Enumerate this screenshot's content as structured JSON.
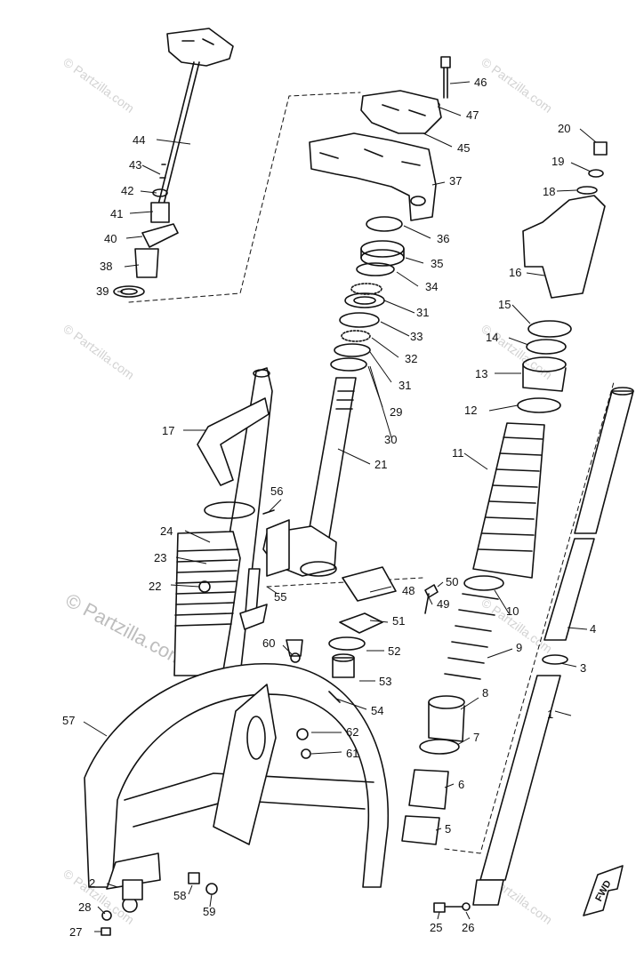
{
  "diagram": {
    "labels": [
      "1",
      "2",
      "3",
      "4",
      "5",
      "6",
      "7",
      "8",
      "9",
      "10",
      "11",
      "12",
      "13",
      "14",
      "15",
      "16",
      "17",
      "18",
      "19",
      "20",
      "21",
      "22",
      "23",
      "24",
      "25",
      "26",
      "27",
      "28",
      "29",
      "30",
      "31",
      "31",
      "32",
      "33",
      "34",
      "35",
      "36",
      "37",
      "38",
      "39",
      "40",
      "41",
      "42",
      "43",
      "44",
      "45",
      "46",
      "47",
      "48",
      "49",
      "50",
      "51",
      "52",
      "53",
      "54",
      "55",
      "56",
      "57",
      "58",
      "59",
      "60",
      "61",
      "62"
    ],
    "watermark": "© Partzilla.com",
    "fwd_marker": "FWD"
  },
  "colors": {
    "ink": "#111111",
    "watermark": "#d2d2d2",
    "background": "#ffffff"
  }
}
